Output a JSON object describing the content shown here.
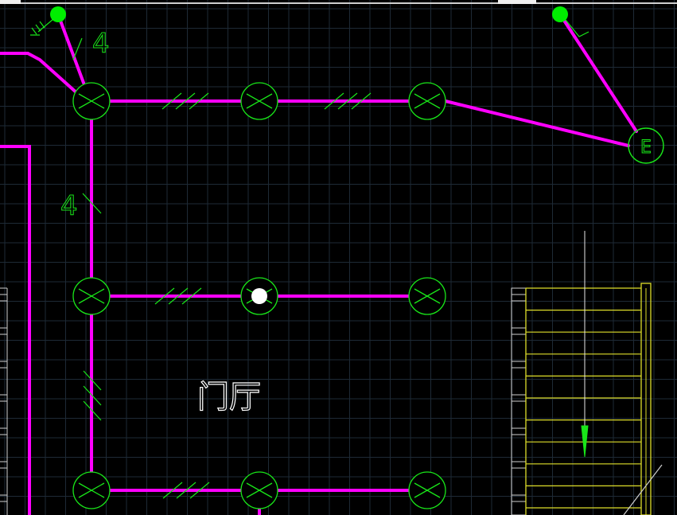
{
  "drawing": {
    "room_label": "门厅",
    "wire_counts": [
      "4",
      "4"
    ],
    "junction_label": "E"
  },
  "colors": {
    "background": "#000000",
    "grid": "#1e2a36",
    "wire": "#ff00ff",
    "fixture": "#19e619",
    "switch": "#00ee00",
    "stair": "#dede2a",
    "text": "#ffffff",
    "arrow_line": "#e8e8e8"
  }
}
